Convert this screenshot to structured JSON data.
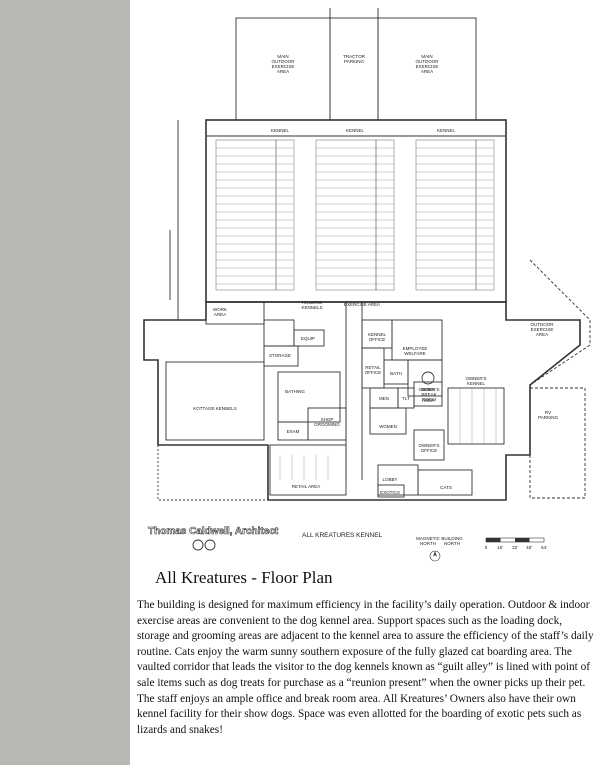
{
  "plan": {
    "labels": {
      "main_outdoor_exercise_left": [
        "MAIN",
        "OUTDOOR",
        "EXERCISE",
        "AREA"
      ],
      "tractor_parking": [
        "TRACTOR",
        "PARKING"
      ],
      "main_outdoor_exercise_right": [
        "MAIN",
        "OUTDOOR",
        "EXERCISE",
        "AREA"
      ],
      "kennel_1": "KENNEL",
      "kennel_2": "KENNEL",
      "kennel_3": "KENNEL",
      "work_area_top": [
        "WORK",
        "AREA"
      ],
      "holding_kennels": [
        "HOLDING",
        "KENNELS"
      ],
      "exercise_area": "EXERCISE AREA",
      "kennel_office": [
        "KENNEL",
        "OFFICE"
      ],
      "employee_welfare": [
        "EMPLOYEE",
        "WELFARE"
      ],
      "outdoor_exercise_area": [
        "OUTDOOR",
        "EXERCISE",
        "AREA"
      ],
      "equip": "EQUIP",
      "storage": "STORAGE",
      "retail_office": [
        "RETAIL",
        "OFFICE"
      ],
      "bath": "BATH",
      "owners_break_room": [
        "OWNER'S",
        "BREAK",
        "ROOM"
      ],
      "kottage_kennels": "KOTTAGE KENNELS",
      "bathing": "BATHING",
      "men": "MEN",
      "tlt": "TLT",
      "work_area_mid": [
        "WORK",
        "AREA"
      ],
      "owners_kennel": [
        "OWNER'S",
        "KENNEL"
      ],
      "rv_parking": [
        "RV",
        "PARKING"
      ],
      "exam": "EXAM",
      "shop_grooming": [
        "SHOP",
        "GROOMING"
      ],
      "women": "WOMEN",
      "owners_office": [
        "OWNER'S",
        "OFFICE"
      ],
      "retail_area": "RETAIL AREA",
      "lobby": "LOBBY",
      "cats": "CATS",
      "exotics": "EXOTICS",
      "architect": "Thomas Caldwell, Architect",
      "project": "ALL KREATURES KENNEL",
      "magnetic_north": [
        "MAGNETIC",
        "NORTH"
      ],
      "building_north": [
        "BUILDING",
        "NORTH"
      ],
      "scale_ticks": [
        "0",
        "16'",
        "32'",
        "48'",
        "64'"
      ]
    }
  },
  "title": "All Kreatures - Floor Plan",
  "description": "The building is designed for maximum efficiency in the facility’s daily operation. Outdoor & indoor exercise areas are convenient to the dog kennel area. Support spaces such as the loading dock, storage and grooming areas are adjacent to the kennel area to assure the efficiency of the staff’s daily routine. Cats enjoy the warm sunny southern exposure of the fully glazed cat boarding area. The vaulted corridor that leads the visitor to the dog kennels known as “guilt alley” is lined with point of sale items such as dog treats for purchase as a “reunion present” when the owner picks up their pet. The staff enjoys an ample office and break room area. All Kreatures’ Owners also have their own kennel facility for their show dogs. Space was even allotted for the boarding of exotic pets such as lizards and snakes!"
}
